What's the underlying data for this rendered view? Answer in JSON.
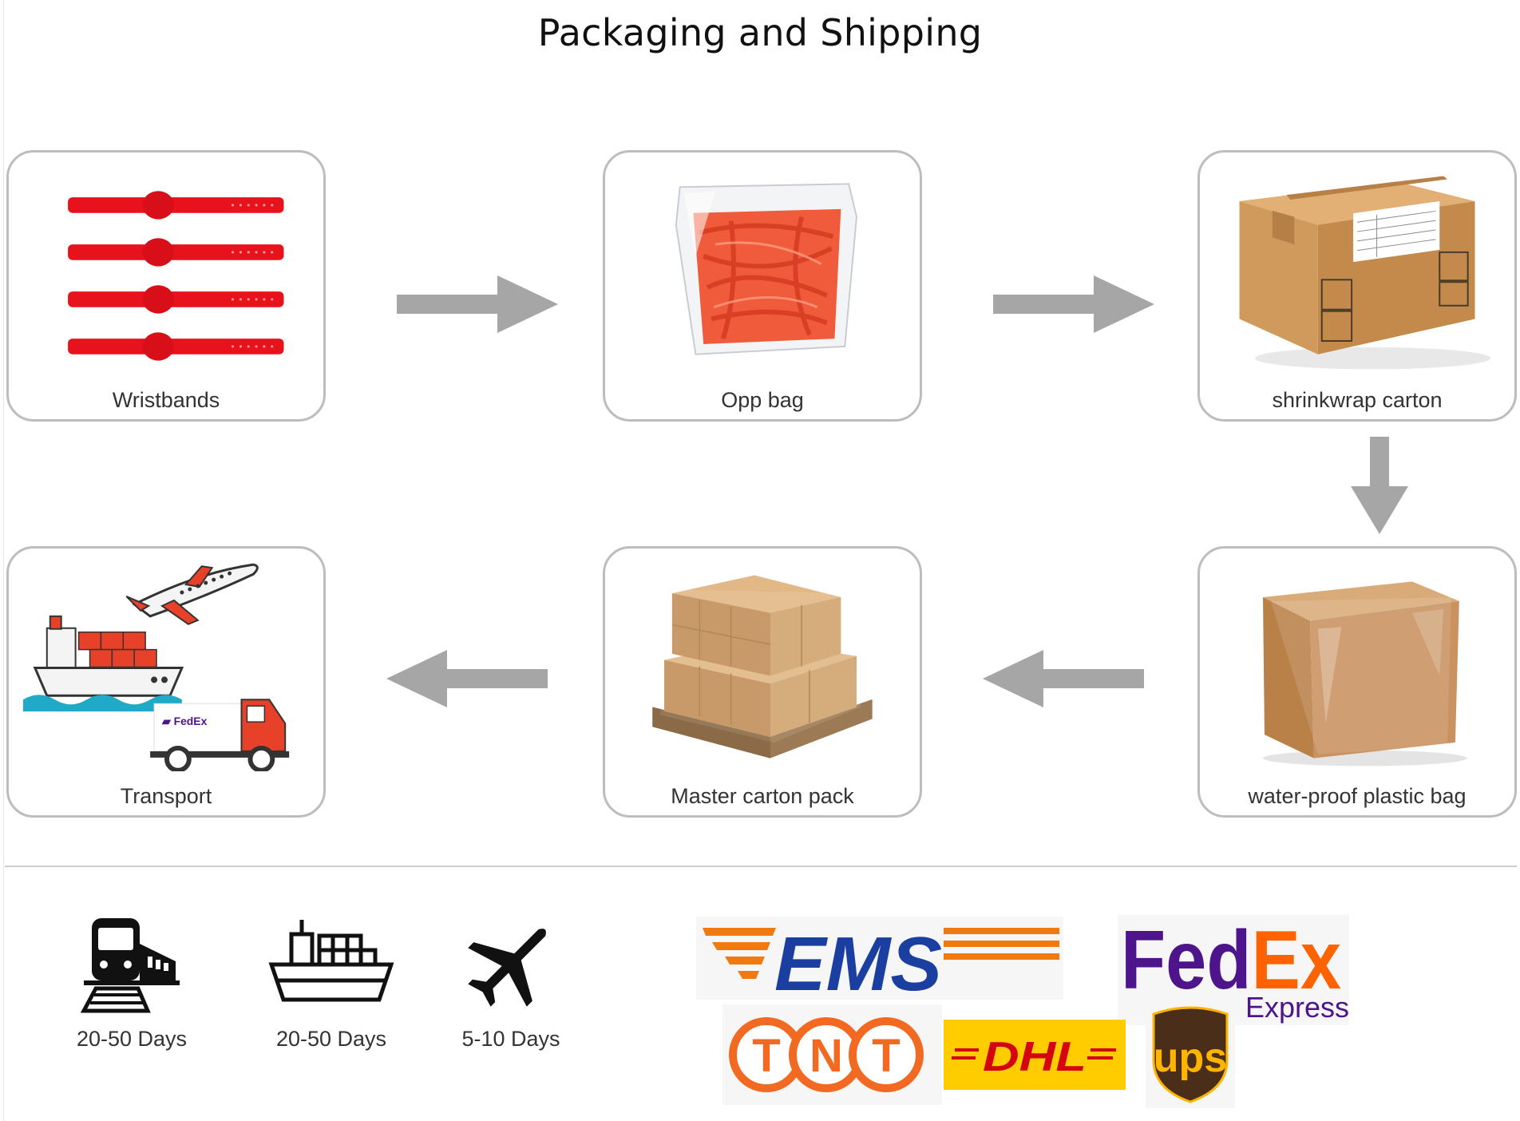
{
  "title": "Packaging and Shipping",
  "steps": [
    {
      "label": "Wristbands",
      "icon": "wristbands-image"
    },
    {
      "label": "Opp bag",
      "icon": "opp-bag-image"
    },
    {
      "label": "shrinkwrap carton",
      "icon": "carton-box-image"
    },
    {
      "label": "water-proof plastic bag",
      "icon": "wrapped-box-image"
    },
    {
      "label": "Master carton pack",
      "icon": "pallet-boxes-image"
    },
    {
      "label": "Transport",
      "icon": "transport-image"
    }
  ],
  "transport_modes": [
    {
      "icon": "train-icon",
      "days": "20-50 Days"
    },
    {
      "icon": "ship-icon",
      "days": "20-50 Days"
    },
    {
      "icon": "airplane-icon",
      "days": "5-10 Days"
    }
  ],
  "carriers": {
    "ems": "EMS",
    "fedex": "FedEx",
    "fedex_sub": "Express",
    "tnt": "TNT",
    "dhl": "DHL",
    "ups": "ups"
  },
  "colors": {
    "arrow": "#a6a6a6",
    "wristband": "#e8121c",
    "carton": "#c9955a",
    "ems_blue": "#1b3fa0",
    "ems_orange": "#f07a10",
    "fedex_purple": "#4d148c",
    "fedex_orange": "#ff6200",
    "dhl_yellow": "#ffcc00",
    "dhl_red": "#d40511",
    "ups_brown": "#4b2e1a",
    "ups_gold": "#ffb500",
    "tnt_orange": "#f26a21"
  }
}
